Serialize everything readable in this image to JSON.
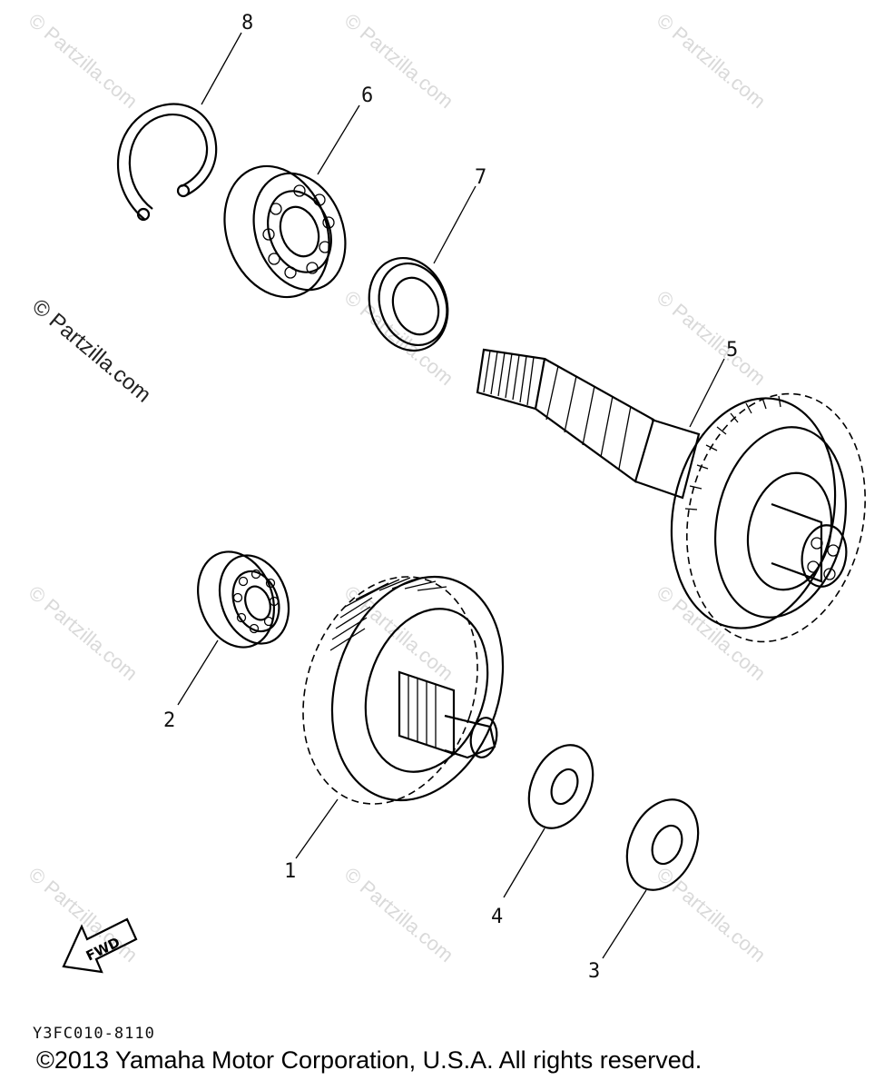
{
  "watermark": {
    "text": "© Partzilla.com"
  },
  "callouts": {
    "part_1": "1",
    "part_2": "2",
    "part_3": "3",
    "part_4": "4",
    "part_5": "5",
    "part_6": "6",
    "part_7": "7",
    "part_8": "8"
  },
  "fwd_label": "FWD",
  "diagram_code": "Y3FC010-8110",
  "copyright": "©2013 Yamaha Motor Corporation, U.S.A. All rights reserved."
}
